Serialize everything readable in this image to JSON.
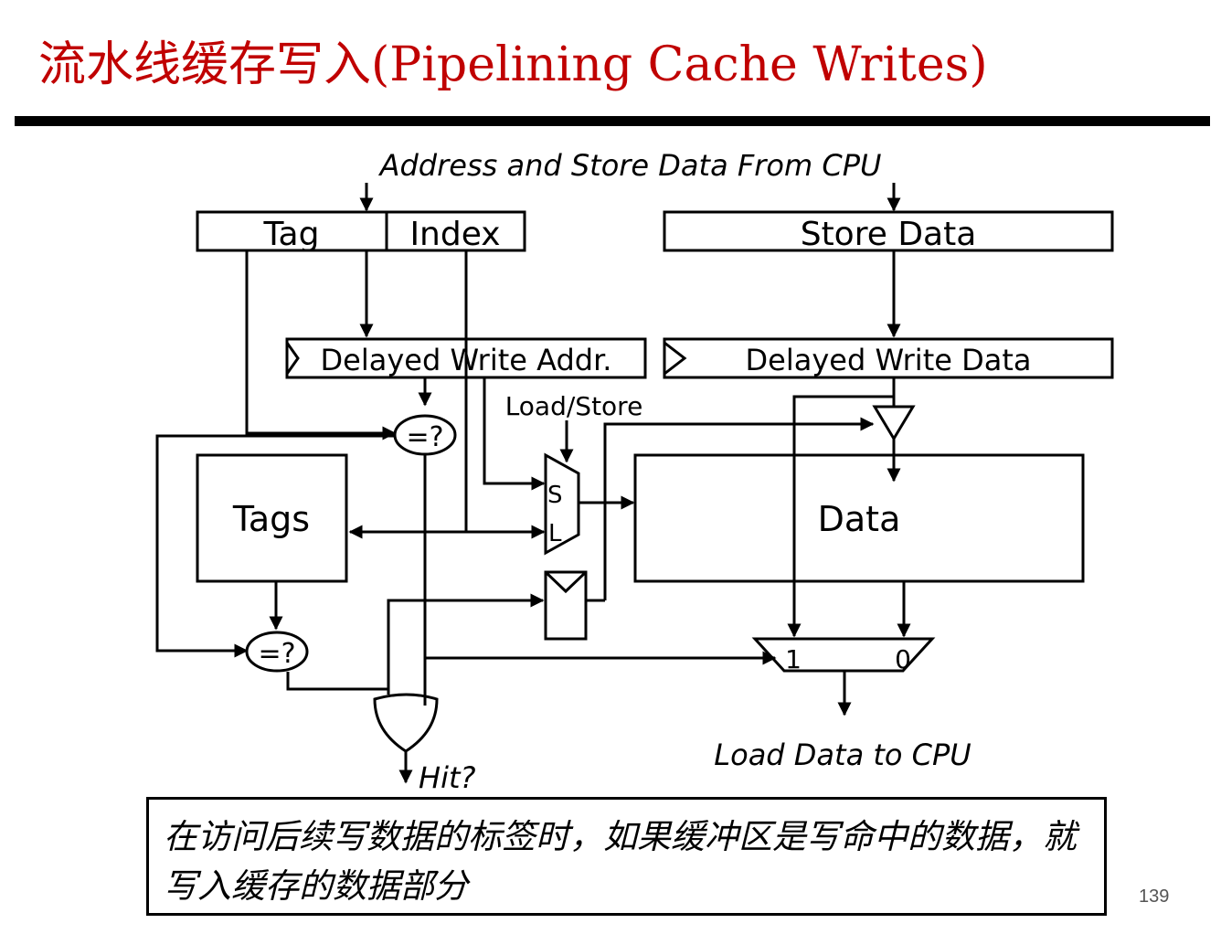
{
  "slide": {
    "title": "流水线缓存写入(Pipelining Cache Writes)",
    "page_number": "139",
    "note": "在访问后续写数据的标签时，如果缓冲区是写命中的数据，就写入缓存的数据部分"
  },
  "diagram": {
    "top_label": "Address and Store Data From CPU",
    "tag_field": "Tag",
    "index_field": "Index",
    "store_data_field": "Store Data",
    "delayed_write_addr": "Delayed Write Addr.",
    "delayed_write_data": "Delayed Write Data",
    "load_store": "Load/Store",
    "compare_label": "=?",
    "mux_s": "S",
    "mux_l": "L",
    "tags_block": "Tags",
    "data_block": "Data",
    "out_mux_1": "1",
    "out_mux_0": "0",
    "load_data_label": "Load Data to CPU",
    "hit_label": "Hit?"
  }
}
